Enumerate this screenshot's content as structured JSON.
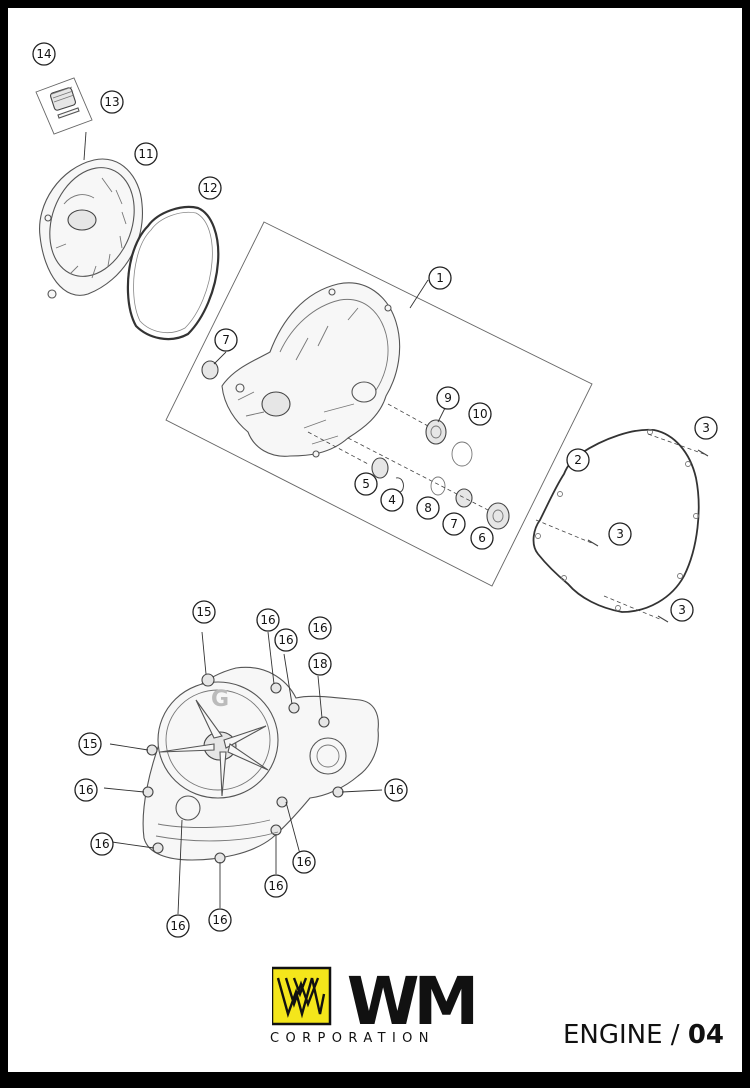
{
  "diagram": {
    "callouts": [
      {
        "id": "c14a",
        "label": "14"
      },
      {
        "id": "c13",
        "label": "13"
      },
      {
        "id": "c11",
        "label": "11"
      },
      {
        "id": "c12",
        "label": "12"
      },
      {
        "id": "c1",
        "label": "1"
      },
      {
        "id": "c7a",
        "label": "7"
      },
      {
        "id": "c9",
        "label": "9"
      },
      {
        "id": "c10",
        "label": "10"
      },
      {
        "id": "c5",
        "label": "5"
      },
      {
        "id": "c4",
        "label": "4"
      },
      {
        "id": "c8",
        "label": "8"
      },
      {
        "id": "c7b",
        "label": "7"
      },
      {
        "id": "c6",
        "label": "6"
      },
      {
        "id": "c3a",
        "label": "3"
      },
      {
        "id": "c2",
        "label": "2"
      },
      {
        "id": "c3b",
        "label": "3"
      },
      {
        "id": "c3c",
        "label": "3"
      },
      {
        "id": "c15a",
        "label": "15"
      },
      {
        "id": "c16a",
        "label": "16"
      },
      {
        "id": "c16b",
        "label": "16"
      },
      {
        "id": "c16c",
        "label": "16"
      },
      {
        "id": "c18",
        "label": "18"
      },
      {
        "id": "c15b",
        "label": "15"
      },
      {
        "id": "c16d",
        "label": "16"
      },
      {
        "id": "c16e",
        "label": "16"
      },
      {
        "id": "c16f",
        "label": "16"
      },
      {
        "id": "c16g",
        "label": "16"
      },
      {
        "id": "c16h",
        "label": "16"
      },
      {
        "id": "c16i",
        "label": "16"
      },
      {
        "id": "c16j",
        "label": "16"
      }
    ]
  },
  "footer": {
    "logo_text": "WM",
    "brand_subtitle": "CORPORATION",
    "section_name": "ENGINE / ",
    "section_number": "04",
    "logo_colors": {
      "yellow": "#F4E61B",
      "black": "#111111"
    }
  }
}
